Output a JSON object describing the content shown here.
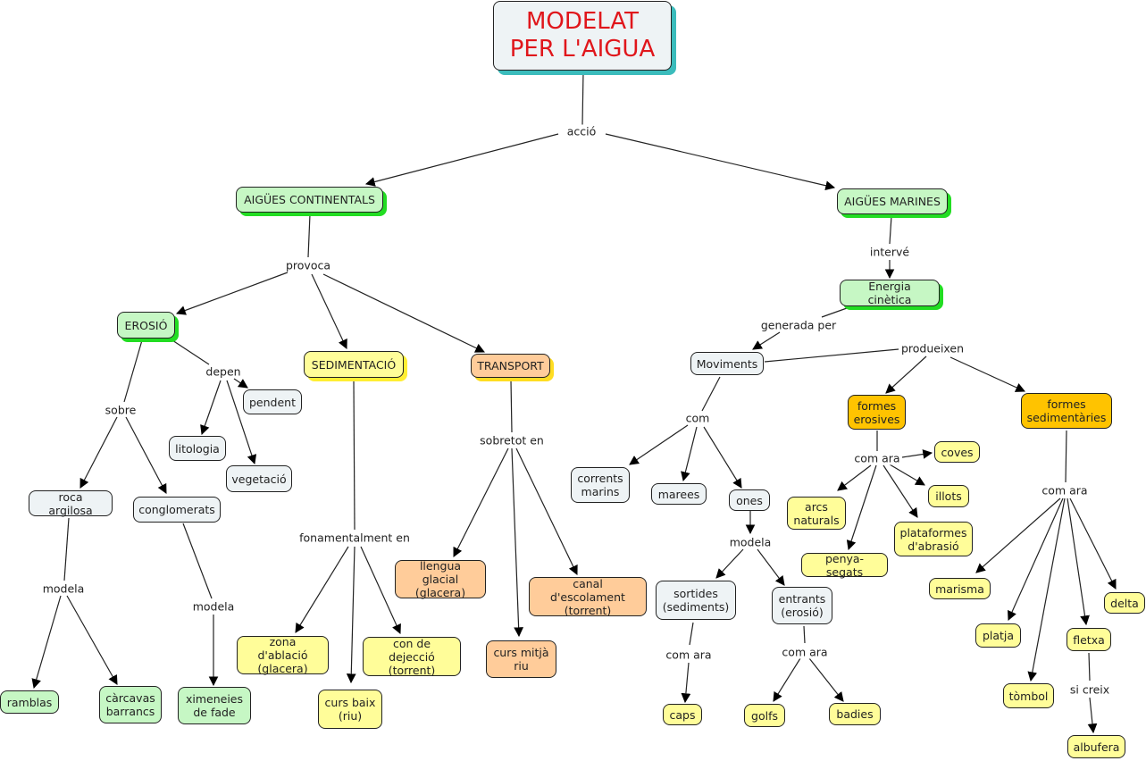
{
  "title": "MODELAT\nPER L'AIGUA",
  "colors": {
    "title_text": "#e0161b",
    "grey": "#eef3f5",
    "green": "#c6f7c4",
    "yellow": "#fffd99",
    "orange": "#ffcc9a",
    "gold": "#ffc300"
  },
  "nodes": {
    "root": "MODELAT\nPER L'AIGUA",
    "aigues_continentals": "AIGÜES CONTINENTALS",
    "aigues_marines": "AIGÜES MARINES",
    "erosio": "EROSIÓ",
    "sedimentacio": "SEDIMENTACIÓ",
    "transport": "TRANSPORT",
    "pendent": "pendent",
    "litologia": "litologia",
    "vegetacio": "vegetació",
    "roca_argilosa": "roca argilosa",
    "conglomerats": "conglomerats",
    "ramblas": "ramblas",
    "carcavas": "càrcavas\nbarrancs",
    "ximeneies": "ximeneies\nde fade",
    "zona_ablacio": "zona d'ablació\n(glacera)",
    "curs_baix": "curs baix\n(riu)",
    "con_dejeccio": "con de dejecció\n(torrent)",
    "llengua_glacial": "llengua glacial\n(glacera)",
    "curs_mitja": "curs mitjà\nriu",
    "canal_escolament": "canal d'escolament\n(torrent)",
    "energia_cinetica": "Energia cinètica",
    "moviments": "Moviments",
    "corrents_marins": "corrents\nmarins",
    "marees": "marees",
    "ones": "ones",
    "sortides": "sortides\n(sediments)",
    "entrants": "entrants\n(erosió)",
    "caps": "caps",
    "golfs": "golfs",
    "badies": "badies",
    "formes_erosives": "formes\nerosives",
    "formes_sedimentaries": "formes\nsedimentàries",
    "coves": "coves",
    "illots": "illots",
    "arcs_naturals": "arcs\nnaturals",
    "penya_segats": "penya-segats",
    "plataformes": "plataformes\nd'abrasió",
    "marisma": "marisma",
    "delta": "delta",
    "platja": "platja",
    "fletxa": "fletxa",
    "tombol": "tòmbol",
    "albufera": "albufera"
  },
  "links": {
    "accio": "acció",
    "provoca": "provoca",
    "intervé": "intervé",
    "depen": "depen",
    "sobre": "sobre",
    "modela_1": "modela",
    "modela_2": "modela",
    "fonamentalment_en": "fonamentalment en",
    "sobretot_en": "sobretot en",
    "generada_per": "generada per",
    "produeixen": "produeixen",
    "com": "com",
    "modela_3": "modela",
    "com_ara_1": "com ara",
    "com_ara_2": "com ara",
    "com_ara_3": "com ara",
    "com_ara_4": "com ara",
    "si_creix": "si creix"
  }
}
